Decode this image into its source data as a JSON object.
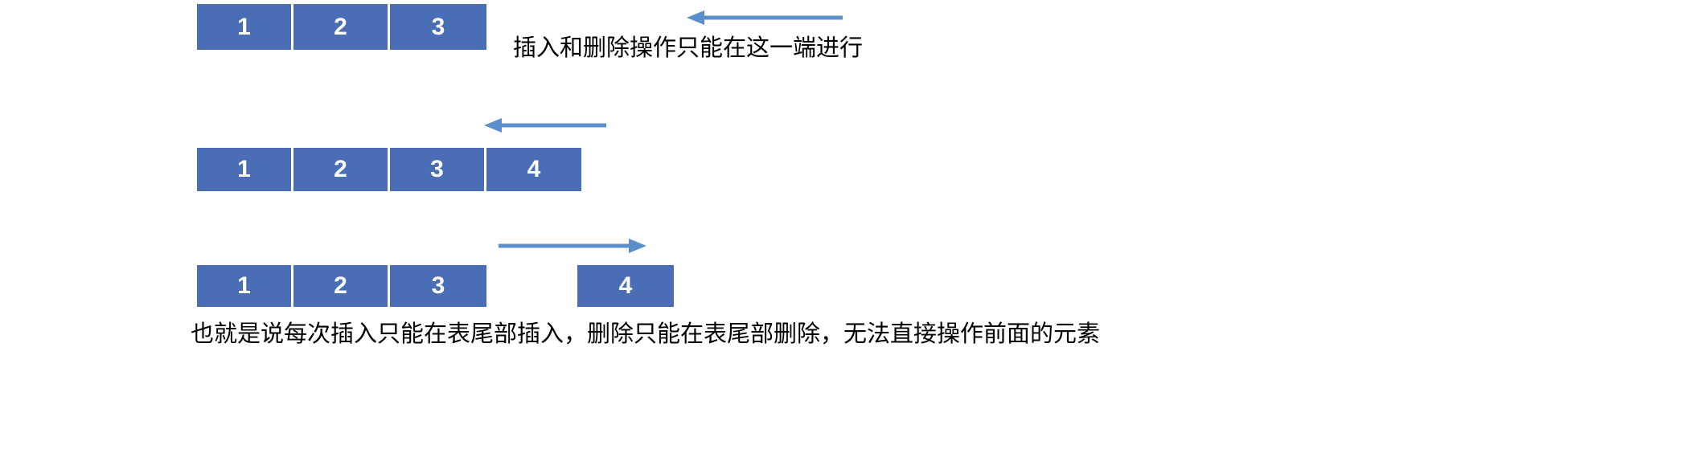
{
  "theme": {
    "box_fill": "#4A6EB5",
    "box_text": "#FFFFFF",
    "arrow_color": "#5B8FCC",
    "caption_color": "#000000",
    "background": "#FFFFFF"
  },
  "diagram": {
    "title_text": "",
    "rows": [
      {
        "id": "row-1",
        "cells": [
          {
            "label": "1"
          },
          {
            "label": "2"
          },
          {
            "label": "3"
          }
        ],
        "detached_cells": [],
        "arrow": {
          "direction": "left",
          "name": "arrow-left-row1"
        },
        "caption": "插入和删除操作只能在这一端进行"
      },
      {
        "id": "row-2",
        "cells": [
          {
            "label": "1"
          },
          {
            "label": "2"
          },
          {
            "label": "3"
          },
          {
            "label": "4"
          }
        ],
        "detached_cells": [],
        "arrow": {
          "direction": "left",
          "name": "arrow-left-row2"
        },
        "caption": ""
      },
      {
        "id": "row-3",
        "cells": [
          {
            "label": "1"
          },
          {
            "label": "2"
          },
          {
            "label": "3"
          }
        ],
        "detached_cells": [
          {
            "label": "4"
          }
        ],
        "arrow": {
          "direction": "right",
          "name": "arrow-right-row3"
        },
        "caption": ""
      }
    ],
    "footer_caption": "也就是说每次插入只能在表尾部插入，删除只能在表尾部删除，无法直接操作前面的元素"
  },
  "cells": {
    "r1c1": "1",
    "r1c2": "2",
    "r1c3": "3",
    "r2c1": "1",
    "r2c2": "2",
    "r2c3": "3",
    "r2c4": "4",
    "r3c1": "1",
    "r3c2": "2",
    "r3c3": "3",
    "r3c4": "4"
  },
  "captions": {
    "top": "插入和删除操作只能在这一端进行",
    "bottom": "也就是说每次插入只能在表尾部插入，删除只能在表尾部删除，无法直接操作前面的元素"
  }
}
